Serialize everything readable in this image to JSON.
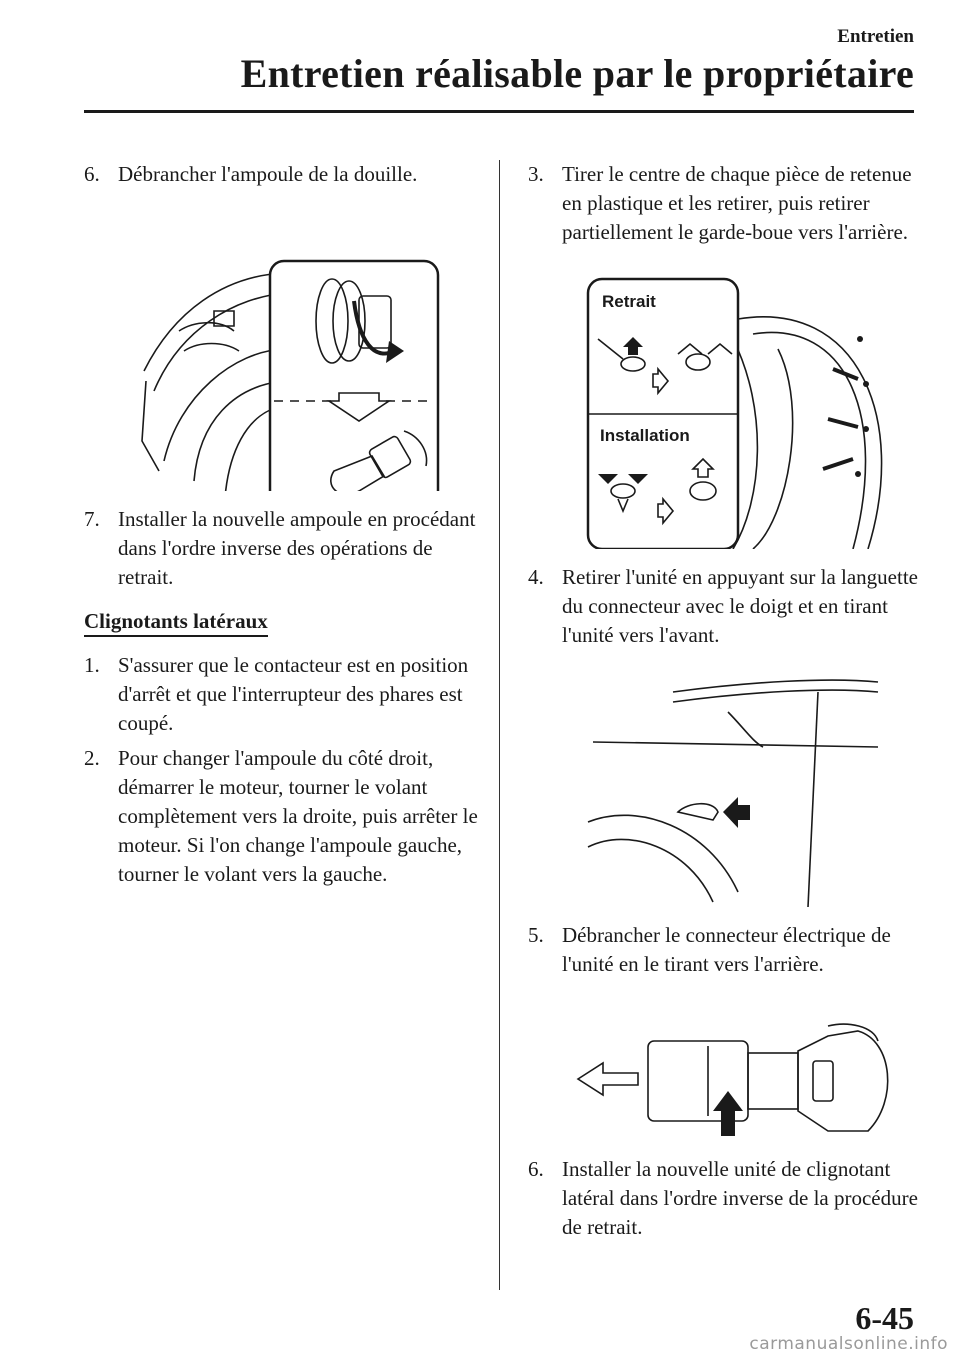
{
  "header": {
    "section": "Entretien",
    "title": "Entretien réalisable par le propriétaire"
  },
  "left_column": {
    "step6": {
      "num": "6.",
      "text": "Débrancher l'ampoule de la douille."
    },
    "step7": {
      "num": "7.",
      "text": "Installer la nouvelle ampoule en procédant dans l'ordre inverse des opérations de retrait."
    },
    "section_heading": "Clignotants latéraux",
    "sub_step1": {
      "num": "1.",
      "text": "S'assurer que le contacteur est en position d'arrêt et que l'interrupteur des phares est coupé."
    },
    "sub_step2": {
      "num": "2.",
      "text": "Pour changer l'ampoule du côté droit, démarrer le moteur, tourner le volant complètement vers la droite, puis arrêter le moteur. Si l'on change l'ampoule gauche, tourner le volant vers la gauche."
    }
  },
  "right_column": {
    "step3": {
      "num": "3.",
      "text": "Tirer le centre de chaque pièce de retenue en plastique et les retirer, puis retirer partiellement le garde-boue vers l'arrière."
    },
    "figure_labels": {
      "retrait": "Retrait",
      "installation": "Installation"
    },
    "step4": {
      "num": "4.",
      "text": "Retirer l'unité en appuyant sur la languette du connecteur avec le doigt et en tirant l'unité vers l'avant."
    },
    "step5": {
      "num": "5.",
      "text": "Débrancher le connecteur électrique de l'unité en le tirant vers l'arrière."
    },
    "step6": {
      "num": "6.",
      "text": "Installer la nouvelle unité de clignotant latéral dans l'ordre inverse de la procédure de retrait."
    }
  },
  "footer": {
    "page_number": "6-45",
    "watermark": "carmanualsonline.info"
  }
}
